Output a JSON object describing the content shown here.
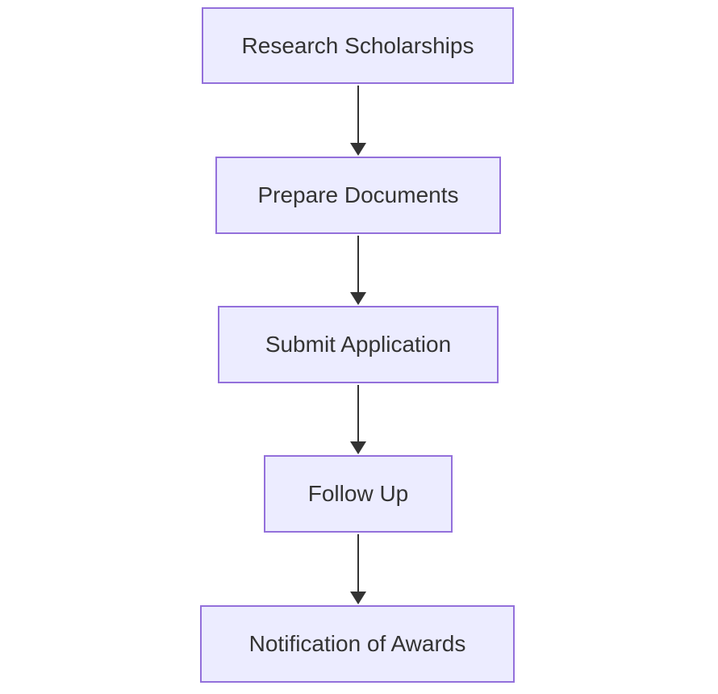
{
  "diagram": {
    "type": "flowchart",
    "direction": "top-down",
    "colors": {
      "background": "#ffffff",
      "node_fill": "#ECECFF",
      "node_border": "#9370DB",
      "node_text": "#333333",
      "arrow": "#333333"
    },
    "nodes": [
      {
        "id": "research",
        "label": "Research Scholarships"
      },
      {
        "id": "prepare",
        "label": "Prepare Documents"
      },
      {
        "id": "submit",
        "label": "Submit Application"
      },
      {
        "id": "followup",
        "label": "Follow Up"
      },
      {
        "id": "notify",
        "label": "Notification of Awards"
      }
    ],
    "edges": [
      {
        "from": "research",
        "to": "prepare"
      },
      {
        "from": "prepare",
        "to": "submit"
      },
      {
        "from": "submit",
        "to": "followup"
      },
      {
        "from": "followup",
        "to": "notify"
      }
    ]
  }
}
